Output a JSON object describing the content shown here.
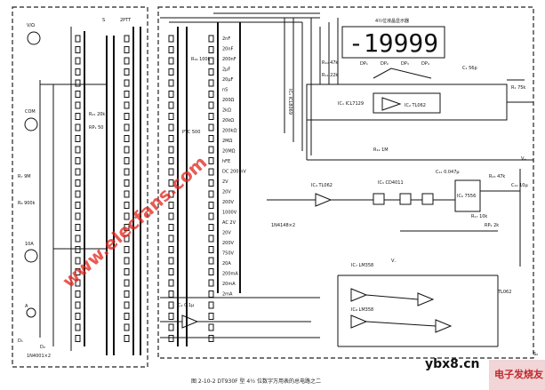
{
  "caption": "图 2-10-2  DT930F 型 4½ 位数字万用表的总电路之二",
  "display": {
    "label": "4½位液晶显示器",
    "value": "-19999",
    "dp": [
      "DP₁",
      "DP₂",
      "DP₃",
      "DP₄"
    ]
  },
  "inputs": {
    "vohm": "V/Ω",
    "com": "COM",
    "amp10": "10A",
    "amp": "A"
  },
  "switch": {
    "s": "S",
    "label": "2PTT"
  },
  "ics": {
    "ic7129": "IC₁ ICL7129",
    "ic062": "IC₂ TL062",
    "ic8069": "IC₃ ICL8069",
    "ic4011": "IC₅ CD4011",
    "ic7556": "IC₆ 7556",
    "ic358a": "IC₇ LM358",
    "ic358b": "IC₈ LM358",
    "ic062b": "IC₄ TL062",
    "ic062c": "TL062"
  },
  "ranges": [
    "2nF",
    "20nF",
    "200nF",
    "2μF",
    "20μF",
    "nS",
    "200Ω",
    "2kΩ",
    "20kΩ",
    "200kΩ",
    "2MΩ",
    "20MΩ",
    "hFE",
    "DC 200mV",
    "2V",
    "20V",
    "200V",
    "1000V",
    "AC 2V",
    "20V",
    "200V",
    "750V",
    "20A",
    "200mA",
    "20mA",
    "2mA"
  ],
  "parts": [
    "R₁₀ 47k",
    "R₁₁ 22k",
    "C₁ 56p",
    "R₁ 75k",
    "PTC 500",
    "R₃₆ 100k",
    "R₂₁ 20k",
    "RP₁ 50",
    "R₇ 9M",
    "R₈ 900k",
    "D₁",
    "D₂",
    "1N4001×2",
    "1N4148×2",
    "C₂ 0.1μ",
    "R₁₂ 1M",
    "C₁₁ 0.047μ",
    "RP₂ 2k",
    "R₁₅ 47k",
    "C₁₂ 10μ",
    "R₁₇ 10k",
    "V₊",
    "V₋",
    "S₂"
  ],
  "watermark": "www.elecfans.com",
  "site": "ybx8.cn",
  "logo": "电子发烧友"
}
